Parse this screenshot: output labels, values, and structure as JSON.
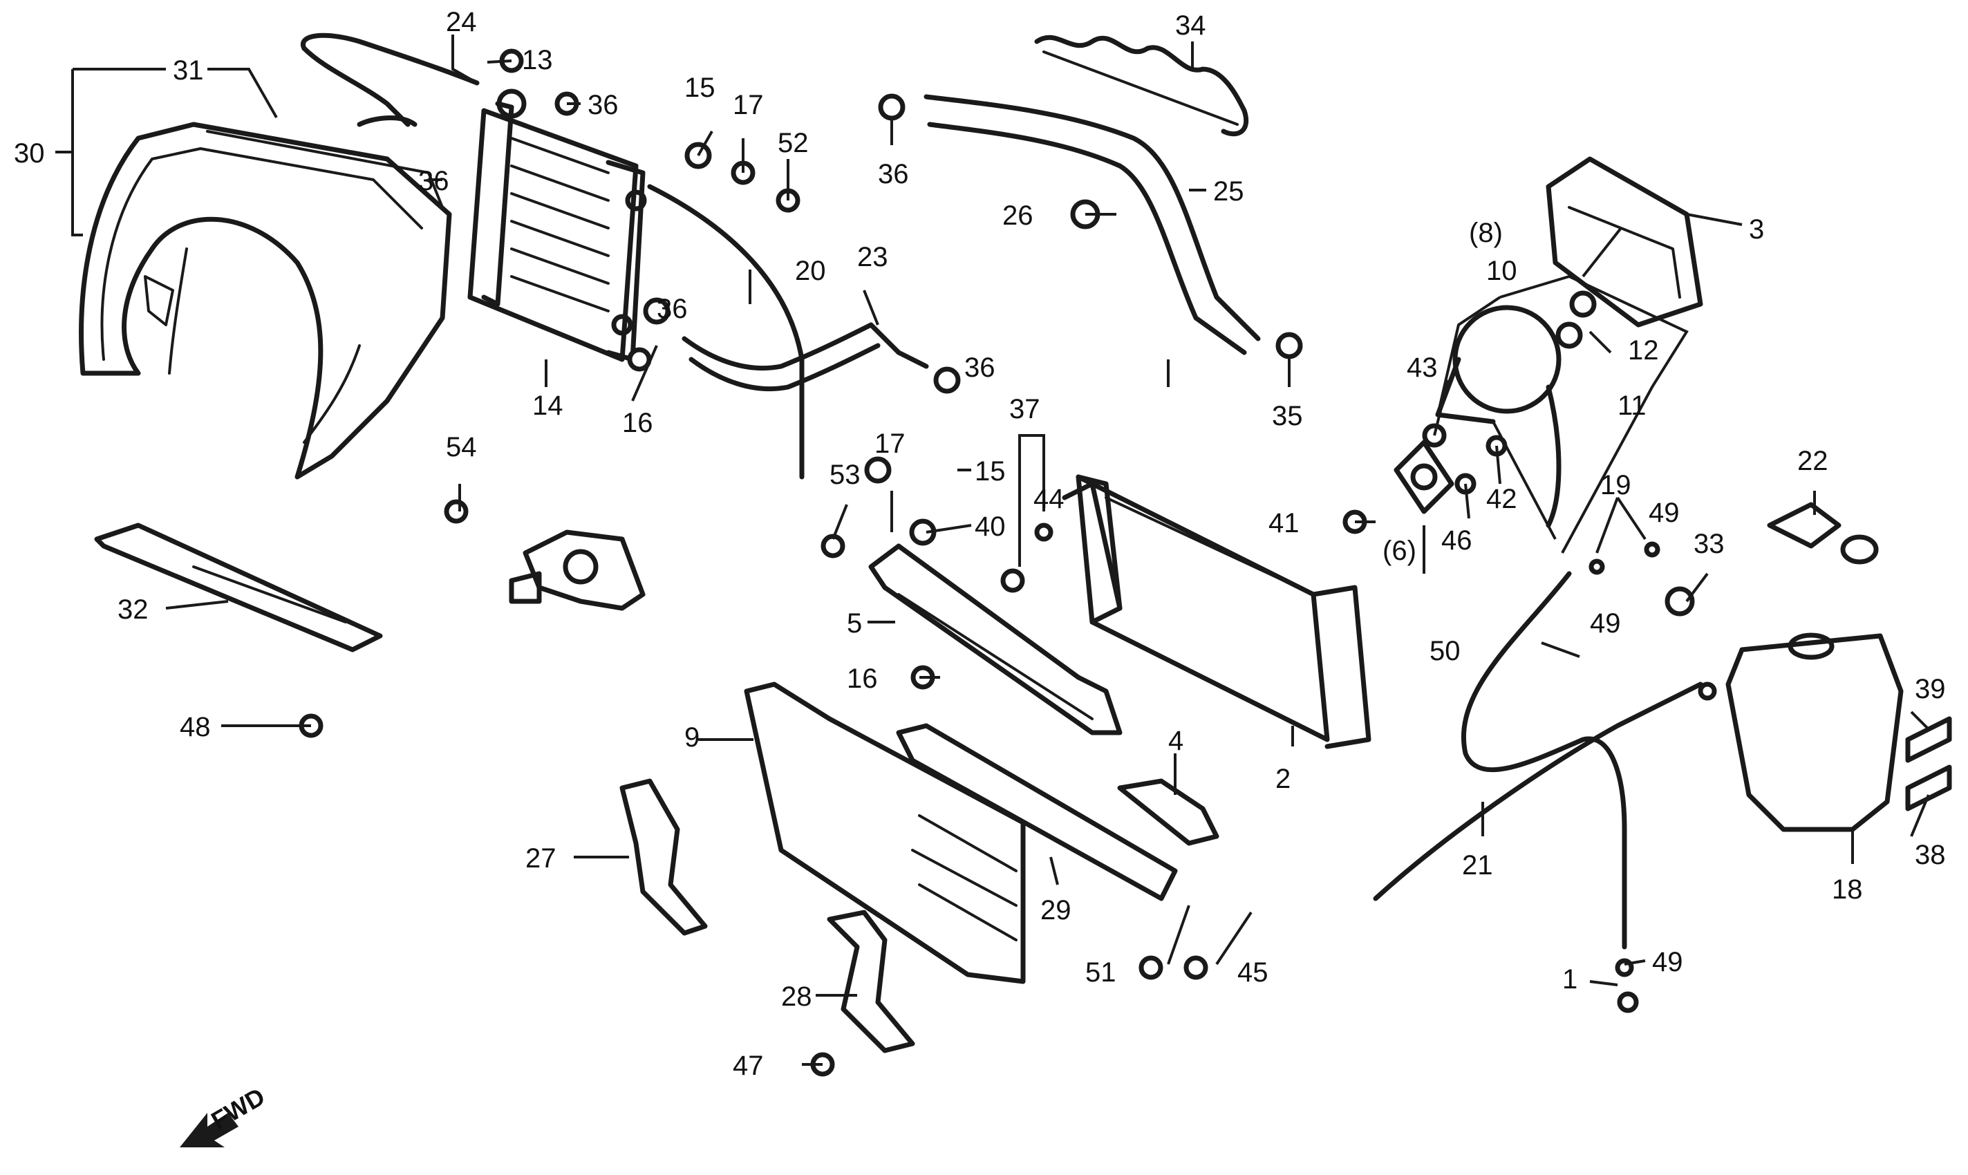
{
  "diagram": {
    "direction_label": "FWD",
    "colors": {
      "ink": "#1a1a1a",
      "paper": "#ffffff"
    },
    "callouts": {
      "c1": "1",
      "c2": "2",
      "c3": "3",
      "c4": "4",
      "c5": "5",
      "c6": "(6)",
      "c8": "(8)",
      "c9": "9",
      "c10": "10",
      "c11": "11",
      "c12": "12",
      "c13": "13",
      "c14": "14",
      "c15a": "15",
      "c15b": "15",
      "c16a": "16",
      "c16b": "16",
      "c17a": "17",
      "c17b": "17",
      "c18": "18",
      "c19": "19",
      "c20": "20",
      "c21": "21",
      "c22": "22",
      "c23": "23",
      "c24": "24",
      "c25": "25",
      "c26": "26",
      "c27": "27",
      "c28": "28",
      "c29": "29",
      "c30": "30",
      "c31": "31",
      "c32": "32",
      "c33": "33",
      "c34": "34",
      "c35": "35",
      "c36a": "36",
      "c36b": "36",
      "c36c": "36",
      "c36d": "36",
      "c36e": "36",
      "c37": "37",
      "c38": "38",
      "c39": "39",
      "c40": "40",
      "c41": "41",
      "c42": "42",
      "c43": "43",
      "c44": "44",
      "c45": "45",
      "c46": "46",
      "c47": "47",
      "c48": "48",
      "c49a": "49",
      "c49b": "49",
      "c49c": "49",
      "c50": "50",
      "c51": "51",
      "c52": "52",
      "c53": "53",
      "c54": "54"
    }
  }
}
